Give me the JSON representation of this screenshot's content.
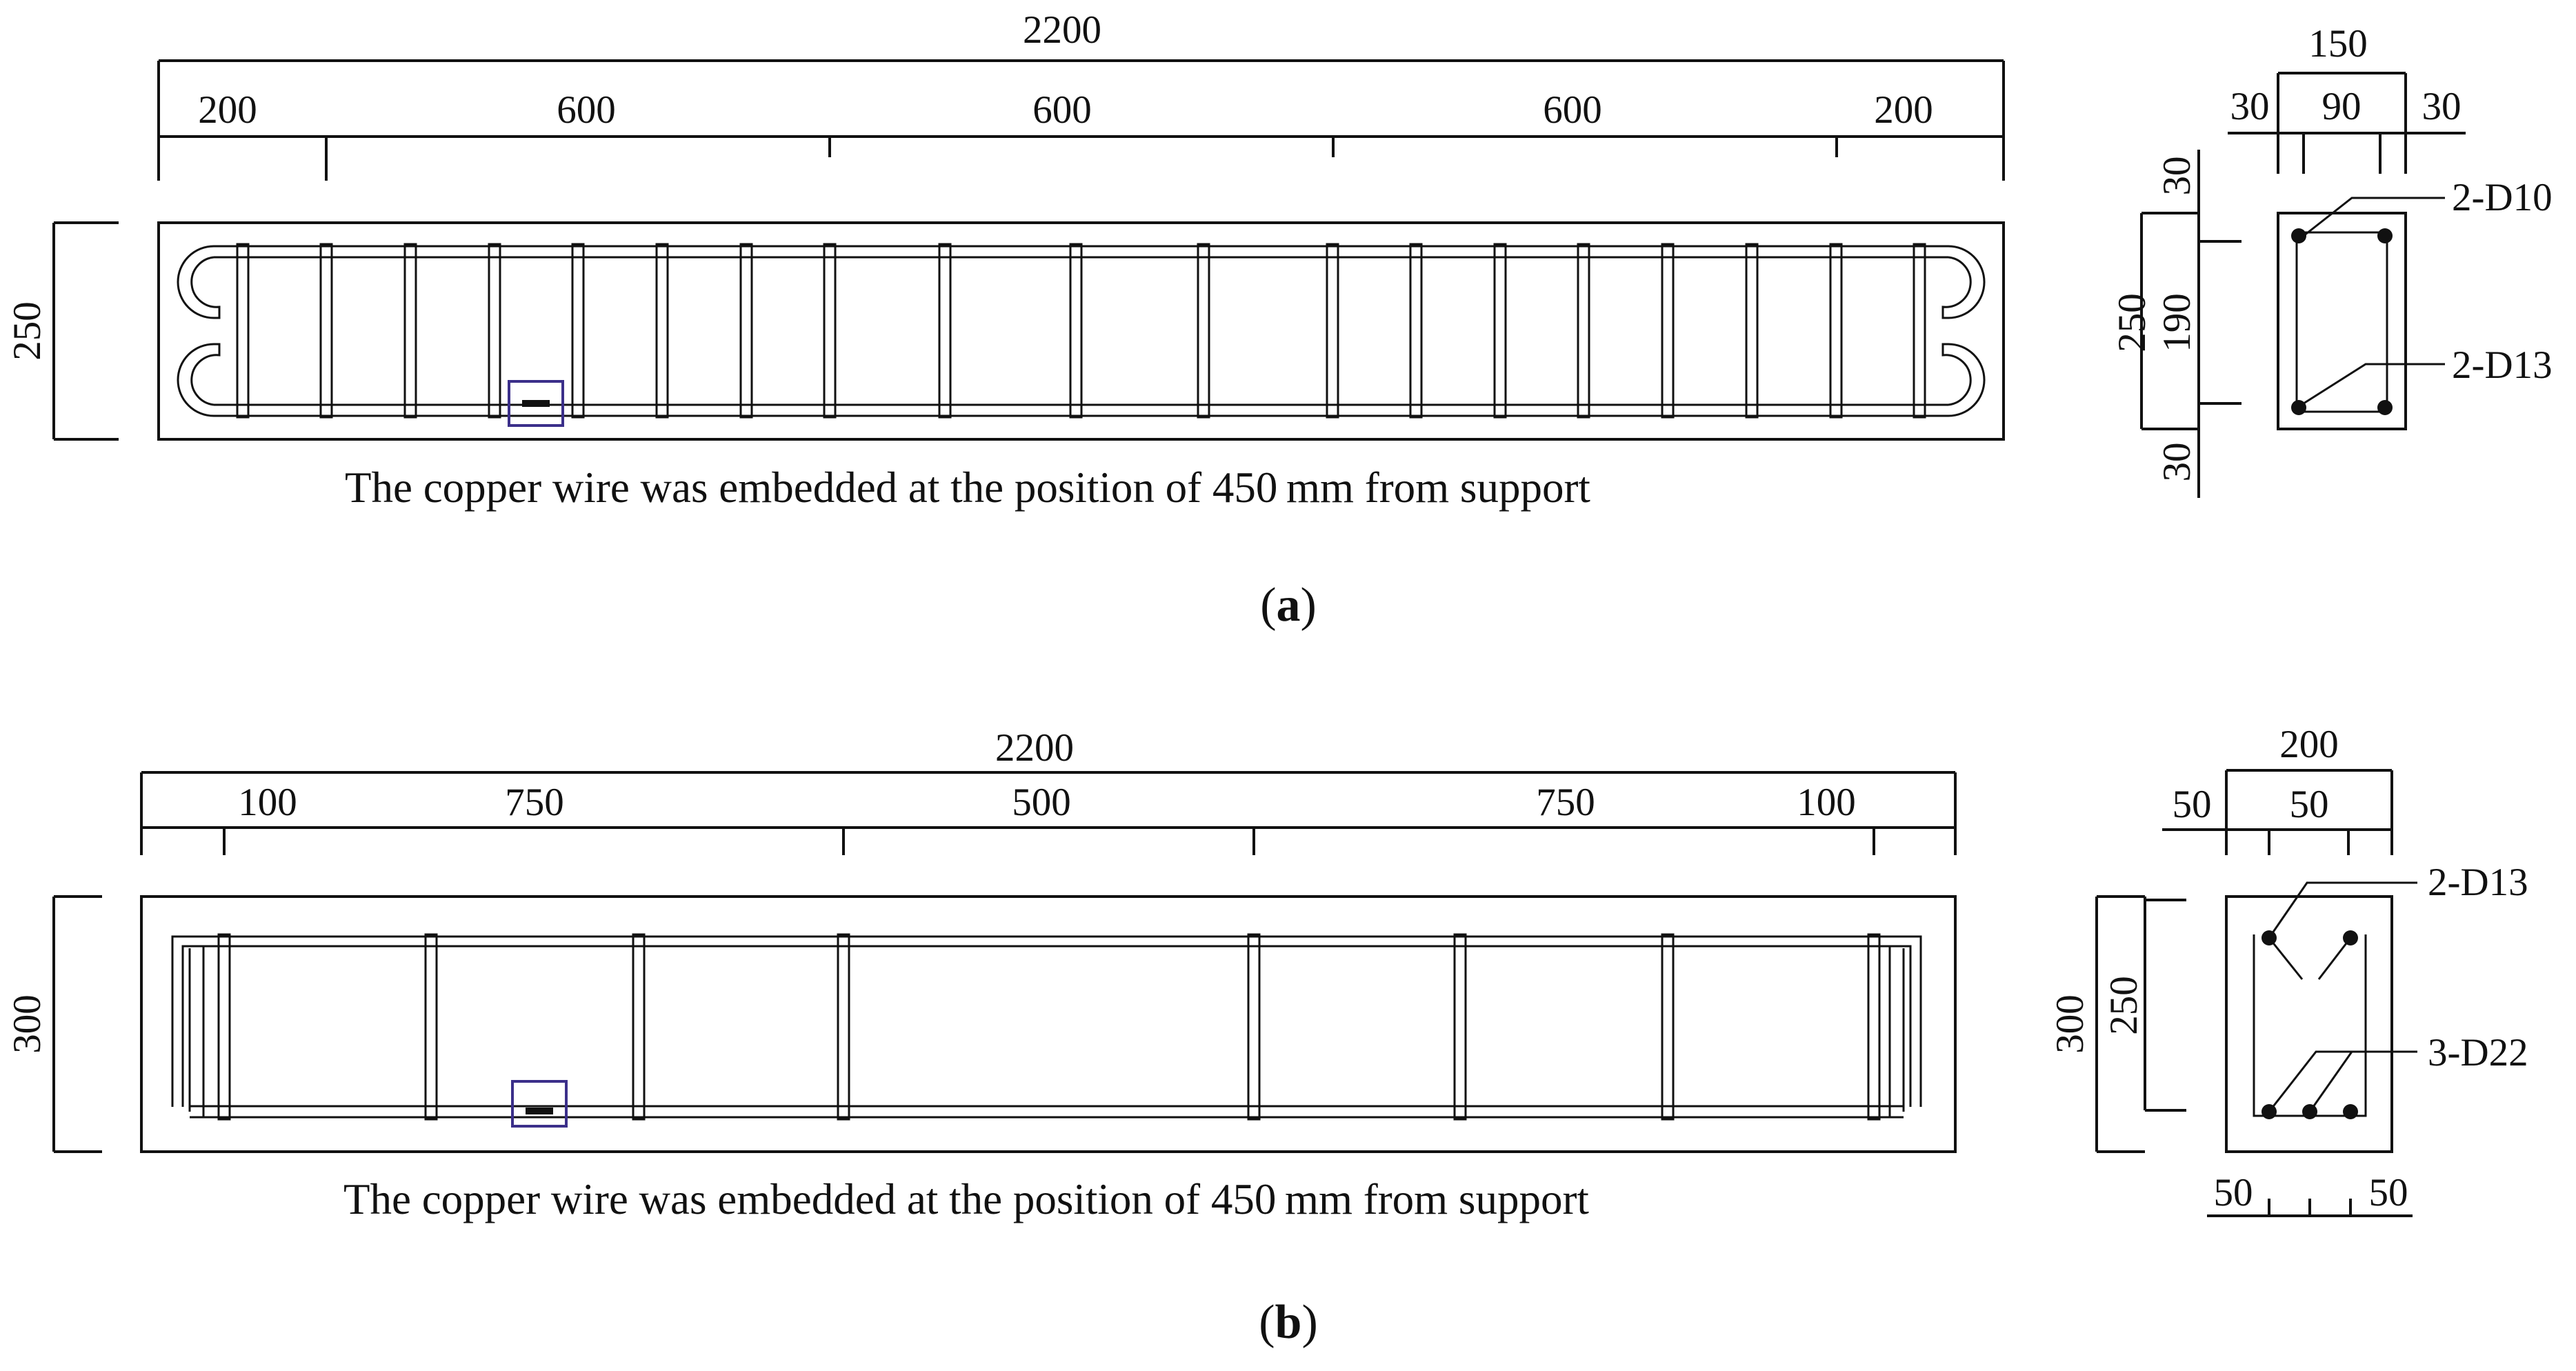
{
  "panel_a": {
    "label_open": "(",
    "label_letter": "a",
    "label_close": ")",
    "total_length": "2200",
    "spans": [
      "200",
      "600",
      "600",
      "600",
      "200"
    ],
    "height": "250",
    "caption": "The copper wire was embedded at the position of 450 mm from support",
    "section": {
      "width": "150",
      "cover_left": "30",
      "inner_width": "90",
      "cover_right": "30",
      "height": "250",
      "cover_top": "30",
      "inner_height": "190",
      "cover_bottom": "30",
      "top_bars": "2-D10",
      "bottom_bars": "2-D13"
    }
  },
  "panel_b": {
    "label_open": "(",
    "label_letter": "b",
    "label_close": ")",
    "total_length": "2200",
    "spans": [
      "100",
      "750",
      "500",
      "750",
      "100"
    ],
    "height": "300",
    "caption": "The copper wire was embedded at the position of 450 mm from support",
    "section": {
      "width": "200",
      "top_left": "50",
      "top_right": "50",
      "height": "300",
      "inner_height": "250",
      "bottom_left": "50",
      "bottom_right": "50",
      "top_bars": "2-D13",
      "bottom_bars": "3-D22"
    }
  }
}
